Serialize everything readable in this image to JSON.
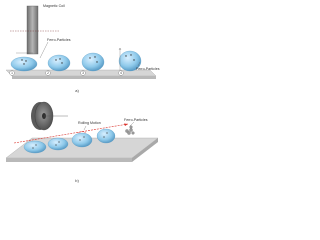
{
  "panel_a": {
    "magnetic_coil_label": "Magnetic Coil",
    "ferro_particles_label_1": "Ferro-Particles",
    "ferro_particles_label_2": "Ferro-Particles",
    "stages": [
      "1",
      "2",
      "3",
      "4"
    ],
    "caption": "a)"
  },
  "panel_b": {
    "rolling_motion_label": "Rolling Motion",
    "ferro_particles_label": "Ferro-Particles",
    "caption": "b)"
  },
  "colors": {
    "droplet": "#8ec9ea",
    "droplet_edge": "#4f93bf",
    "surface": "#c8c8c8",
    "coil": "#8a8a8a",
    "motion_arrow": "#d9302a"
  }
}
